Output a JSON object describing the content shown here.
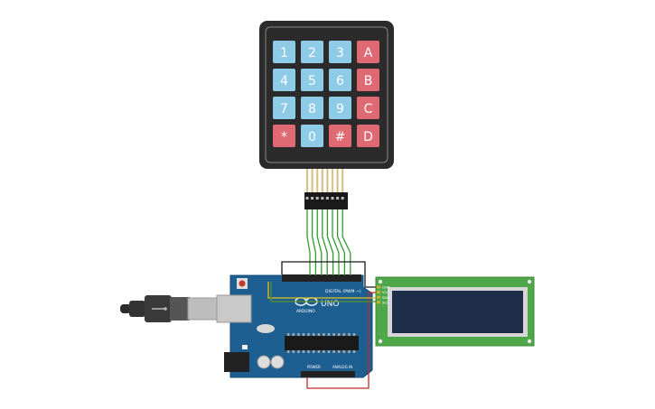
{
  "keypad": {
    "rows": [
      [
        "1",
        "2",
        "3",
        "A"
      ],
      [
        "4",
        "5",
        "6",
        "B"
      ],
      [
        "7",
        "8",
        "9",
        "C"
      ],
      [
        "*",
        "0",
        "#",
        "D"
      ]
    ],
    "key_colors": {
      "number": "#8ecbe6",
      "letter": "#e06a73"
    }
  },
  "arduino": {
    "digital_label": "DIGITAL (PWM ~)",
    "brand_label": "ARDUINO",
    "model_label": "UNO",
    "power_label": "POWER",
    "analog_label": "ANALOG IN",
    "board_color": "#1e5f91"
  },
  "lcd": {
    "pin_labels": [
      "GND",
      "VCC",
      "SDA",
      "SCL"
    ],
    "pcb_color": "#4ea84a",
    "screen_color": "#1e2d4a"
  },
  "wires": {
    "data_color": "#2e9d2e",
    "gnd_color": "#1a1a1a",
    "vcc_color": "#c62828",
    "i2c_color": "#e0c020"
  }
}
